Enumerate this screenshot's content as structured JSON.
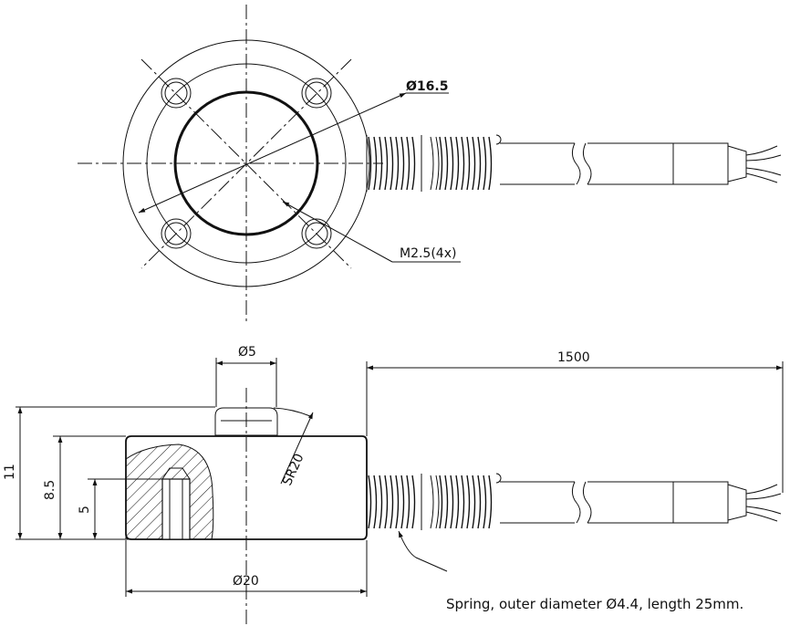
{
  "top_view": {
    "dim_flange_diameter": "Ø16.5",
    "dim_holes": "M2.5(4x)"
  },
  "side_view": {
    "dim_button_diameter": "Ø5",
    "dim_cable_length": "1500",
    "dim_total_height": "11",
    "dim_body_height": "8.5",
    "dim_thread_depth": "5",
    "dim_sphere_radius": "SR20",
    "dim_body_diameter": "Ø20"
  },
  "note": "Spring, outer diameter Ø4.4, length 25mm."
}
